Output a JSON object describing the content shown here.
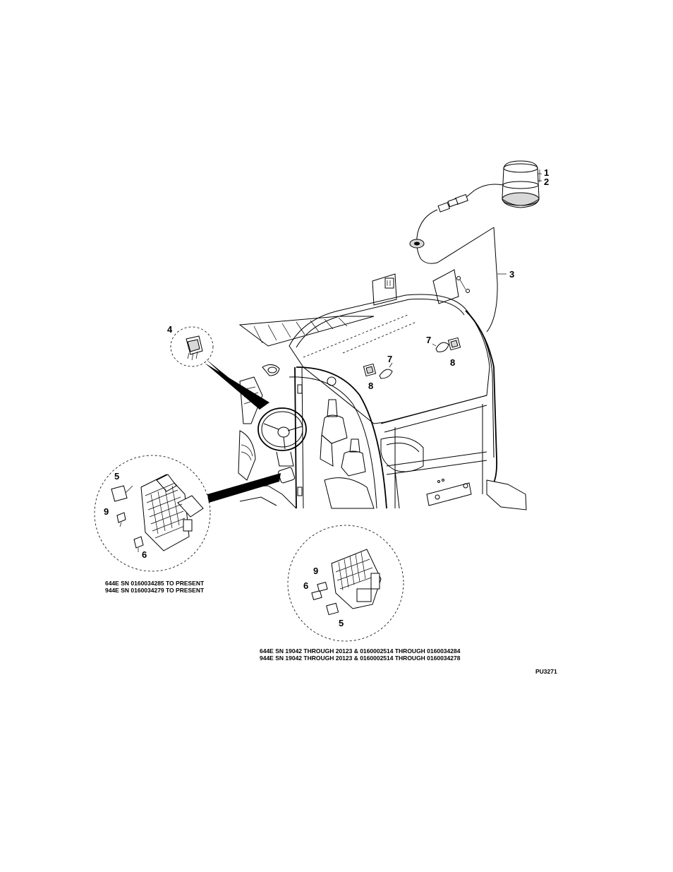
{
  "callouts": {
    "c1": "1",
    "c2": "2",
    "c3": "3",
    "c4": "4",
    "c5a": "5",
    "c6a": "6",
    "c7a": "7",
    "c7b": "7",
    "c8a": "8",
    "c8b": "8",
    "c9a": "9",
    "c5b": "5",
    "c6b": "6",
    "c9b": "9"
  },
  "captions": {
    "left_line1": "644E SN 0160034285 TO PRESENT",
    "left_line2": "944E SN 0160034279 TO PRESENT",
    "bottom_line1": "644E SN 19042 THROUGH 20123 & 0160002514 THROUGH 0160034284",
    "bottom_line2": "944E SN 19042 THROUGH 20123 & 0160002514 THROUGH 0160034278"
  },
  "figure_id": "PU3271"
}
